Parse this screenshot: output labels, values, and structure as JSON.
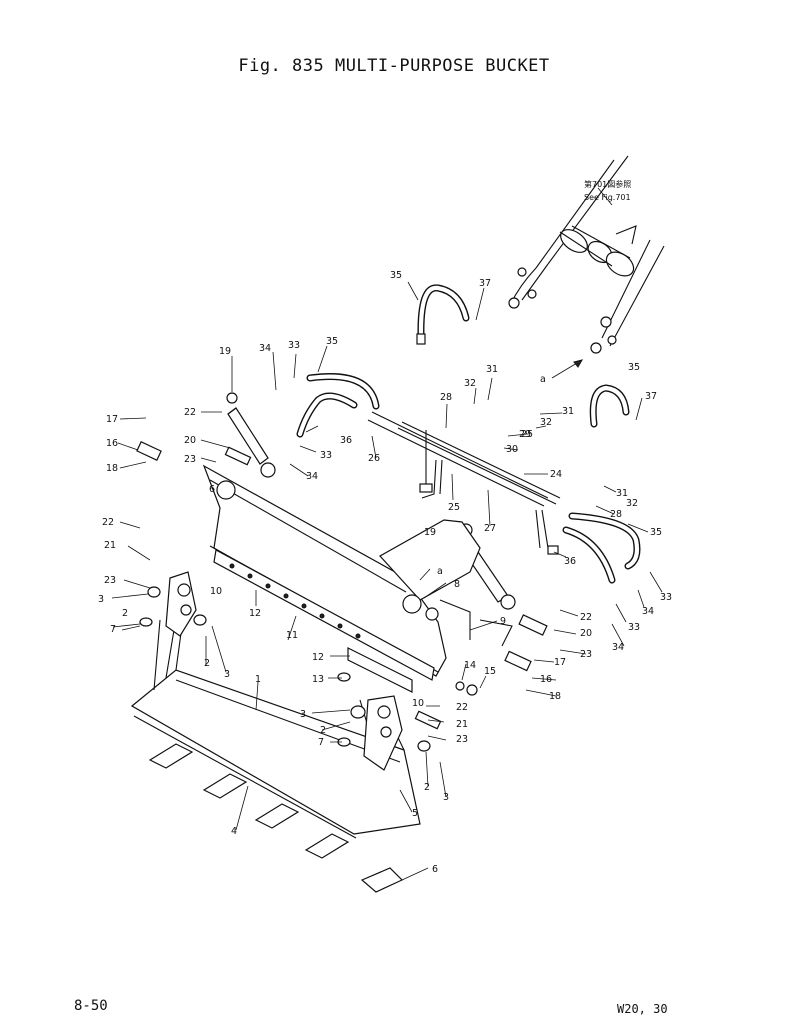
{
  "title": "Fig. 835  MULTI-PURPOSE BUCKET",
  "page_number": "8-50",
  "model": "W20, 30",
  "cross_reference": {
    "line1": "第701図参照",
    "line2": "See Fig.701"
  },
  "connection_marker": "a",
  "callouts": [
    {
      "id": "c1",
      "text": "1"
    },
    {
      "id": "c2a",
      "text": "2"
    },
    {
      "id": "c2b",
      "text": "2"
    },
    {
      "id": "c2c",
      "text": "2"
    },
    {
      "id": "c2d",
      "text": "2"
    },
    {
      "id": "c3a",
      "text": "3"
    },
    {
      "id": "c3b",
      "text": "3"
    },
    {
      "id": "c3c",
      "text": "3"
    },
    {
      "id": "c3d",
      "text": "3"
    },
    {
      "id": "c4",
      "text": "4"
    },
    {
      "id": "c5",
      "text": "5"
    },
    {
      "id": "c6a",
      "text": "6"
    },
    {
      "id": "c6b",
      "text": "6"
    },
    {
      "id": "c7a",
      "text": "7"
    },
    {
      "id": "c7b",
      "text": "7"
    },
    {
      "id": "c8",
      "text": "8"
    },
    {
      "id": "c9",
      "text": "9"
    },
    {
      "id": "c10a",
      "text": "10"
    },
    {
      "id": "c10b",
      "text": "10"
    },
    {
      "id": "c11",
      "text": "11"
    },
    {
      "id": "c12a",
      "text": "12"
    },
    {
      "id": "c12b",
      "text": "12"
    },
    {
      "id": "c13",
      "text": "13"
    },
    {
      "id": "c14",
      "text": "14"
    },
    {
      "id": "c15",
      "text": "15"
    },
    {
      "id": "c16a",
      "text": "16"
    },
    {
      "id": "c16b",
      "text": "16"
    },
    {
      "id": "c17a",
      "text": "17"
    },
    {
      "id": "c17b",
      "text": "17"
    },
    {
      "id": "c18a",
      "text": "18"
    },
    {
      "id": "c18b",
      "text": "18"
    },
    {
      "id": "c19a",
      "text": "19"
    },
    {
      "id": "c19b",
      "text": "19"
    },
    {
      "id": "c20a",
      "text": "20"
    },
    {
      "id": "c20b",
      "text": "20"
    },
    {
      "id": "c21a",
      "text": "21"
    },
    {
      "id": "c21b",
      "text": "21"
    },
    {
      "id": "c22a",
      "text": "22"
    },
    {
      "id": "c22b",
      "text": "22"
    },
    {
      "id": "c22c",
      "text": "22"
    },
    {
      "id": "c22d",
      "text": "22"
    },
    {
      "id": "c23a",
      "text": "23"
    },
    {
      "id": "c23b",
      "text": "23"
    },
    {
      "id": "c23c",
      "text": "23"
    },
    {
      "id": "c23d",
      "text": "23"
    },
    {
      "id": "c24",
      "text": "24"
    },
    {
      "id": "c25a",
      "text": "25"
    },
    {
      "id": "c25b",
      "text": "25"
    },
    {
      "id": "c26",
      "text": "26"
    },
    {
      "id": "c27",
      "text": "27"
    },
    {
      "id": "c28a",
      "text": "28"
    },
    {
      "id": "c28b",
      "text": "28"
    },
    {
      "id": "c29",
      "text": "29"
    },
    {
      "id": "c30",
      "text": "30"
    },
    {
      "id": "c31a",
      "text": "31"
    },
    {
      "id": "c31b",
      "text": "31"
    },
    {
      "id": "c31c",
      "text": "31"
    },
    {
      "id": "c32a",
      "text": "32"
    },
    {
      "id": "c32b",
      "text": "32"
    },
    {
      "id": "c32c",
      "text": "32"
    },
    {
      "id": "c33a",
      "text": "33"
    },
    {
      "id": "c33b",
      "text": "33"
    },
    {
      "id": "c33c",
      "text": "33"
    },
    {
      "id": "c33d",
      "text": "33"
    },
    {
      "id": "c34a",
      "text": "34"
    },
    {
      "id": "c34b",
      "text": "34"
    },
    {
      "id": "c34c",
      "text": "34"
    },
    {
      "id": "c34d",
      "text": "34"
    },
    {
      "id": "c35a",
      "text": "35"
    },
    {
      "id": "c35b",
      "text": "35"
    },
    {
      "id": "c35c",
      "text": "35"
    },
    {
      "id": "c35d",
      "text": "35"
    },
    {
      "id": "c36a",
      "text": "36"
    },
    {
      "id": "c36b",
      "text": "36"
    },
    {
      "id": "c37a",
      "text": "37"
    },
    {
      "id": "c37b",
      "text": "37"
    }
  ]
}
